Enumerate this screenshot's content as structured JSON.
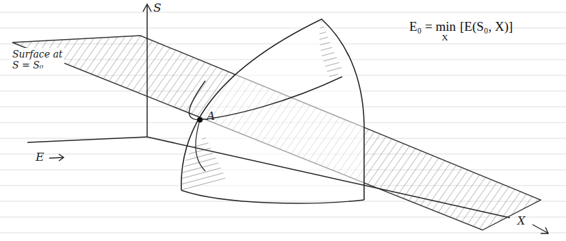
{
  "diagram": {
    "labels": [
      "S",
      "Surface at S = S₀",
      "A",
      "E",
      "X",
      "E₀ = min",
      "X",
      "[E(S₀, X)]"
    ]
  }
}
